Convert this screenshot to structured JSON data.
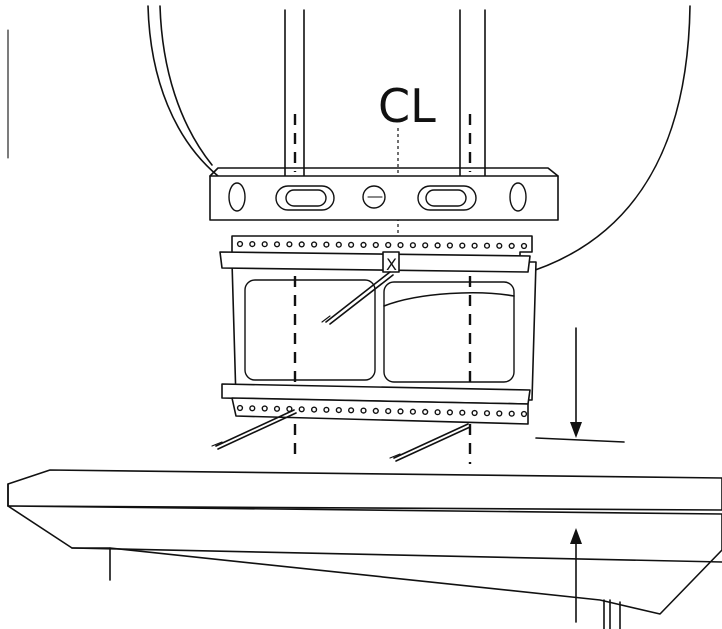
{
  "diagram": {
    "centerline_label": "CL",
    "intersection_mark": "X",
    "colors": {
      "ink": "#111111",
      "paper": "#ffffff"
    },
    "icons": [
      "tv-outline",
      "wall-stud-lines",
      "spirit-level",
      "wall-mount-plate",
      "lag-screw",
      "mantel-shelf",
      "measurement-arrow"
    ]
  }
}
